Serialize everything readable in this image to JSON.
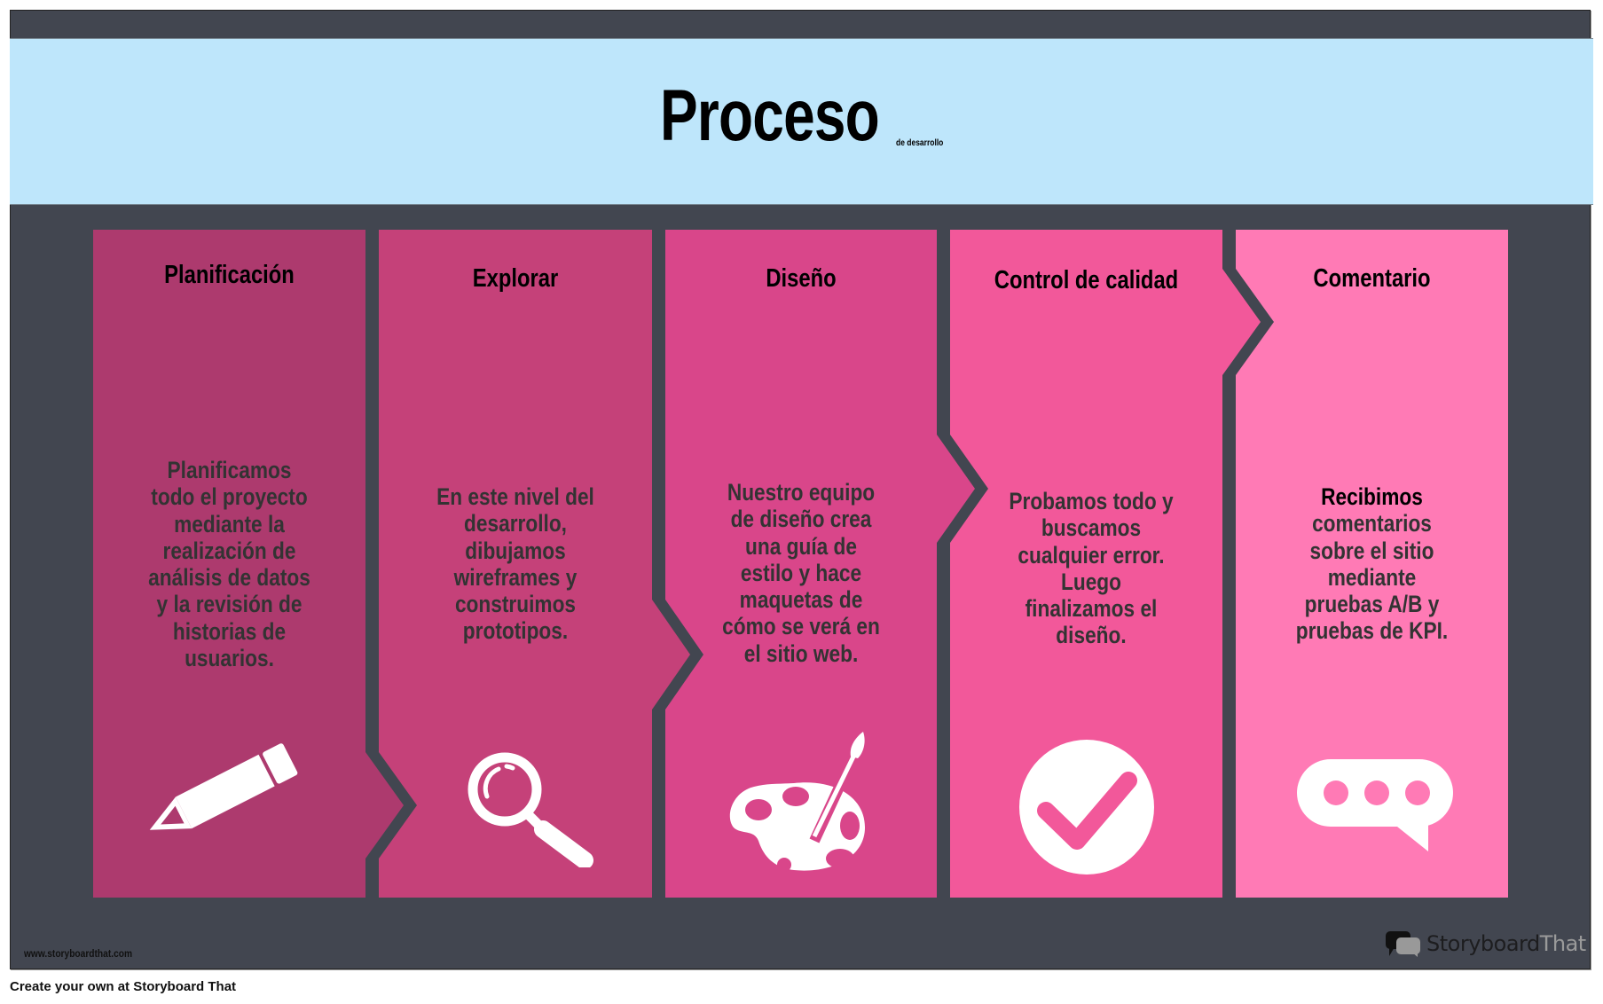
{
  "header": {
    "title": "Proceso",
    "subtitle": "de desarrollo"
  },
  "colors": {
    "frame": "#424650",
    "title_band": "#BEE6FB",
    "panel_1": "#AD3A6E",
    "panel_2": "#C54179",
    "panel_3": "#D9468A",
    "panel_4": "#F2589A",
    "panel_5": "#FF7AB5",
    "body_text": "#333333",
    "icon": "#FFFFFF"
  },
  "steps": [
    {
      "title": "Planificación",
      "body_lines": [
        "Planificamos",
        "todo el proyecto",
        "mediante la",
        "realización de",
        "análisis de datos",
        "y la revisión de",
        "historias de",
        "usuarios."
      ],
      "icon": "pencil-icon"
    },
    {
      "title": "Explorar",
      "body_lines": [
        "En este nivel del",
        "desarrollo,",
        "dibujamos",
        "wireframes y",
        "construimos",
        "prototipos."
      ],
      "icon": "magnifying-glass-icon"
    },
    {
      "title": "Diseño",
      "body_lines": [
        "Nuestro equipo",
        "de diseño crea",
        "una guía de",
        "estilo y hace",
        "maquetas de",
        "cómo se verá en",
        "el sitio web."
      ],
      "icon": "paint-palette-icon"
    },
    {
      "title": "Control de calidad",
      "body_lines": [
        "Probamos todo y",
        "buscamos",
        "cualquier error.",
        "Luego",
        "finalizamos el",
        "diseño."
      ],
      "icon": "checkmark-circle-icon"
    },
    {
      "title": "Comentario",
      "body_lines": [
        "Recibimos",
        "comentarios",
        "sobre el sitio",
        "mediante",
        "pruebas A/B y",
        "pruebas de KPI."
      ],
      "icon": "speech-bubble-icon"
    }
  ],
  "footer": {
    "watermark": "www.storyboardthat.com",
    "logo_primary": "Storyboard",
    "logo_secondary": "That",
    "cta": "Create your own at Storyboard That"
  }
}
